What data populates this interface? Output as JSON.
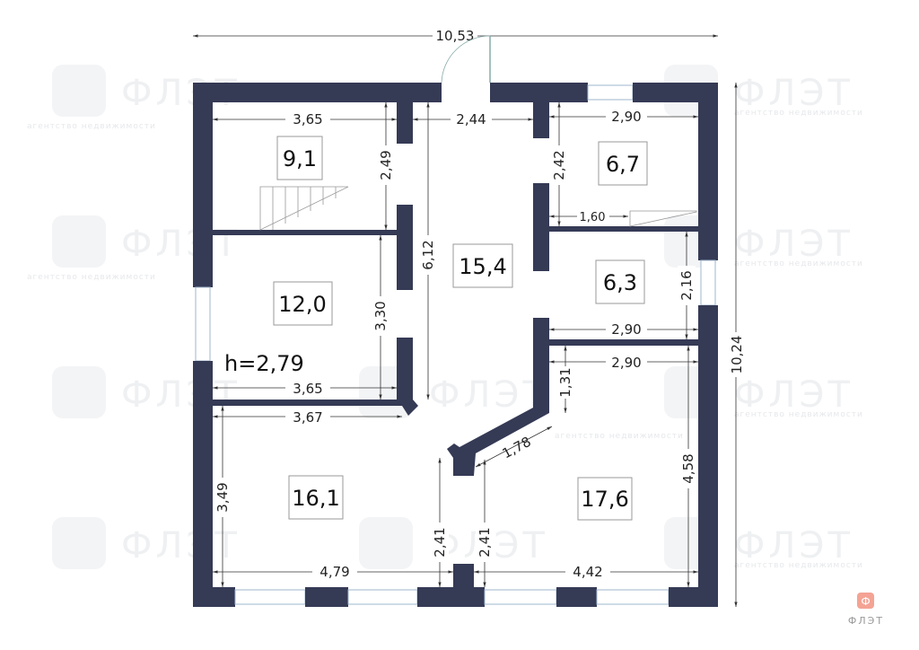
{
  "plan": {
    "ceiling_height": "h=2,79",
    "overall": {
      "width": "10,53",
      "height": "10,24"
    },
    "rooms": [
      {
        "id": "top-left",
        "area": "9,1"
      },
      {
        "id": "hall",
        "area": "15,4"
      },
      {
        "id": "top-right",
        "area": "6,7"
      },
      {
        "id": "middle-right",
        "area": "6,3"
      },
      {
        "id": "middle-left",
        "area": "12,0"
      },
      {
        "id": "bottom-left",
        "area": "16,1"
      },
      {
        "id": "bottom-right",
        "area": "17,6"
      }
    ],
    "dimensions": {
      "d365a": "3,65",
      "d244": "2,44",
      "d290a": "2,90",
      "d249": "2,49",
      "d242": "2,42",
      "d160": "1,60",
      "d612": "6,12",
      "d216": "2,16",
      "d330": "3,30",
      "d290b": "2,90",
      "d290c": "2,90",
      "d365b": "3,65",
      "d367": "3,67",
      "d131": "1,31",
      "d178": "1,78",
      "d349": "3,49",
      "d241a": "2,41",
      "d241b": "2,41",
      "d458": "4,58",
      "d479": "4,79",
      "d442": "4,42"
    },
    "colors": {
      "wall": "#353a55",
      "window": "#9fb7cc",
      "logo": "#f4a394"
    }
  },
  "watermark": {
    "brand": "ФЛЭТ",
    "tagline": "агентство недвижимости",
    "icon": "Ф"
  },
  "corner_logo": {
    "icon": "Ф",
    "brand": "ФЛЭТ"
  }
}
